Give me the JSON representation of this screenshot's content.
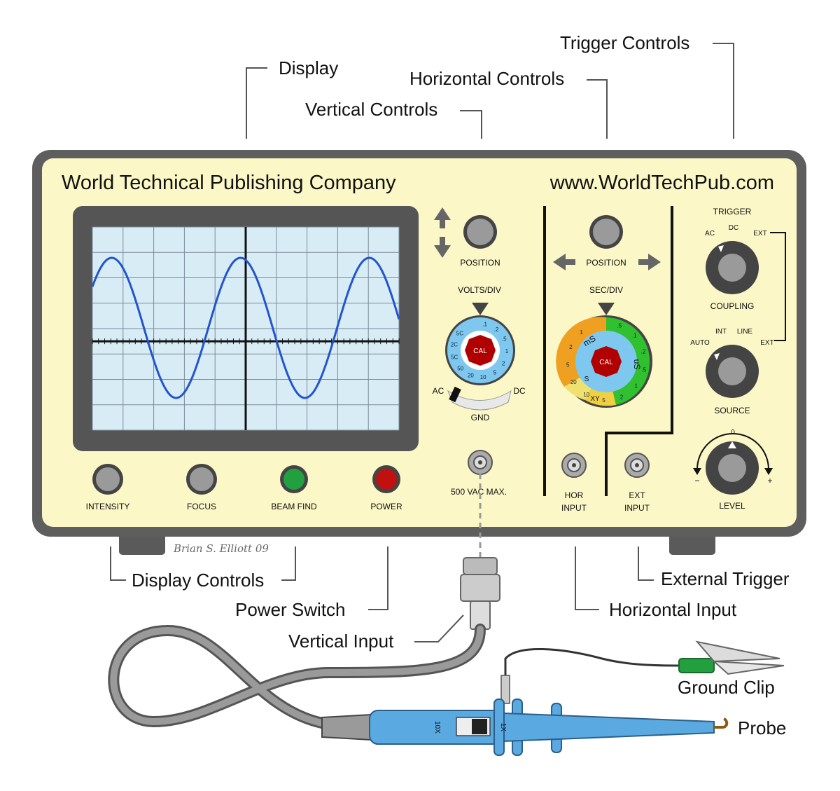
{
  "colors": {
    "panel": "#fbf7c6",
    "screen": "#d8ecf6",
    "trace": "#2255cc",
    "probe": "#5aa9e0",
    "led_green": "#22a040",
    "led_red": "#c01010",
    "knob": "#909090"
  },
  "callouts": {
    "display": "Display",
    "trigger_controls": "Trigger Controls",
    "horizontal_controls": "Horizontal Controls",
    "vertical_controls": "Vertical Controls",
    "display_controls": "Display Controls",
    "power_switch": "Power Switch",
    "vertical_input": "Vertical Input",
    "external_trigger": "External Trigger",
    "horizontal_input": "Horizontal Input",
    "ground_clip": "Ground Clip",
    "probe": "Probe"
  },
  "panel": {
    "company": "World Technical Publishing Company",
    "website": "www.WorldTechPub.com",
    "signature": "Brian S. Elliott 09"
  },
  "display_controls": {
    "intensity": "INTENSITY",
    "focus": "FOCUS",
    "beam_find": "BEAM FIND",
    "power": "POWER"
  },
  "vertical": {
    "position": "POSITION",
    "volts_div": "VOLTS/DIV",
    "cal": "CAL",
    "ac": "AC",
    "dc": "DC",
    "gnd": "GND",
    "max_input": "500 VAC MAX."
  },
  "horizontal": {
    "position": "POSITION",
    "sec_div": "SEC/DIV",
    "cal": "CAL",
    "ms": "mS",
    "us": "uS",
    "s": "S",
    "xy": "XY",
    "hor_input_1": "HOR",
    "hor_input_2": "INPUT",
    "ext_input_1": "EXT",
    "ext_input_2": "INPUT"
  },
  "trigger": {
    "title": "TRIGGER",
    "coupling": "COUPLING",
    "coupling_ac": "AC",
    "coupling_dc": "DC",
    "coupling_ext": "EXT",
    "source": "SOURCE",
    "source_auto": "AUTO",
    "source_int": "INT",
    "source_line": "LINE",
    "source_ext": "EXT",
    "level": "LEVEL",
    "level_zero": "0",
    "level_minus": "−",
    "level_plus": "+"
  },
  "probe_body": {
    "x10": "10X",
    "x1": "1X"
  }
}
